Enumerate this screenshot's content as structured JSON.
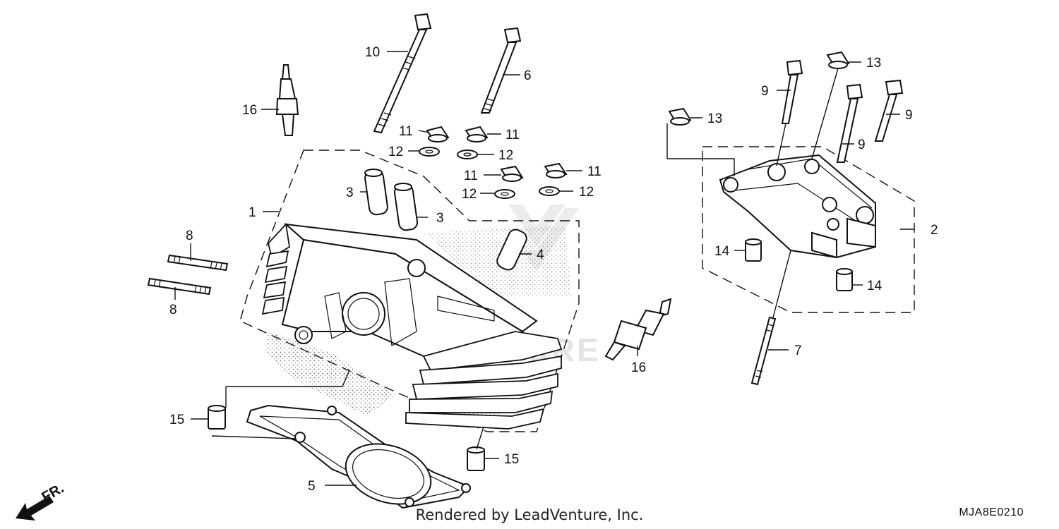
{
  "diagram": {
    "callouts": {
      "c1": "1",
      "c2": "2",
      "c3a": "3",
      "c3b": "3",
      "c4": "4",
      "c5": "5",
      "c6": "6",
      "c7": "7",
      "c8a": "8",
      "c8b": "8",
      "c9a": "9",
      "c9b": "9",
      "c9c": "9",
      "c10": "10",
      "c11a": "11",
      "c11b": "11",
      "c11c": "11",
      "c11d": "11",
      "c12a": "12",
      "c12b": "12",
      "c12c": "12",
      "c12d": "12",
      "c13a": "13",
      "c13b": "13",
      "c14a": "14",
      "c14b": "14",
      "c15a": "15",
      "c15b": "15",
      "c16a": "16",
      "c16b": "16"
    },
    "direction_label": "FR.",
    "watermark": "VENTURE",
    "footer": "Rendered by LeadVenture, Inc.",
    "diagram_code": "MJA8E0210"
  },
  "colors": {
    "line": "#111111",
    "background": "#ffffff",
    "watermark": "#e4e4e4"
  }
}
